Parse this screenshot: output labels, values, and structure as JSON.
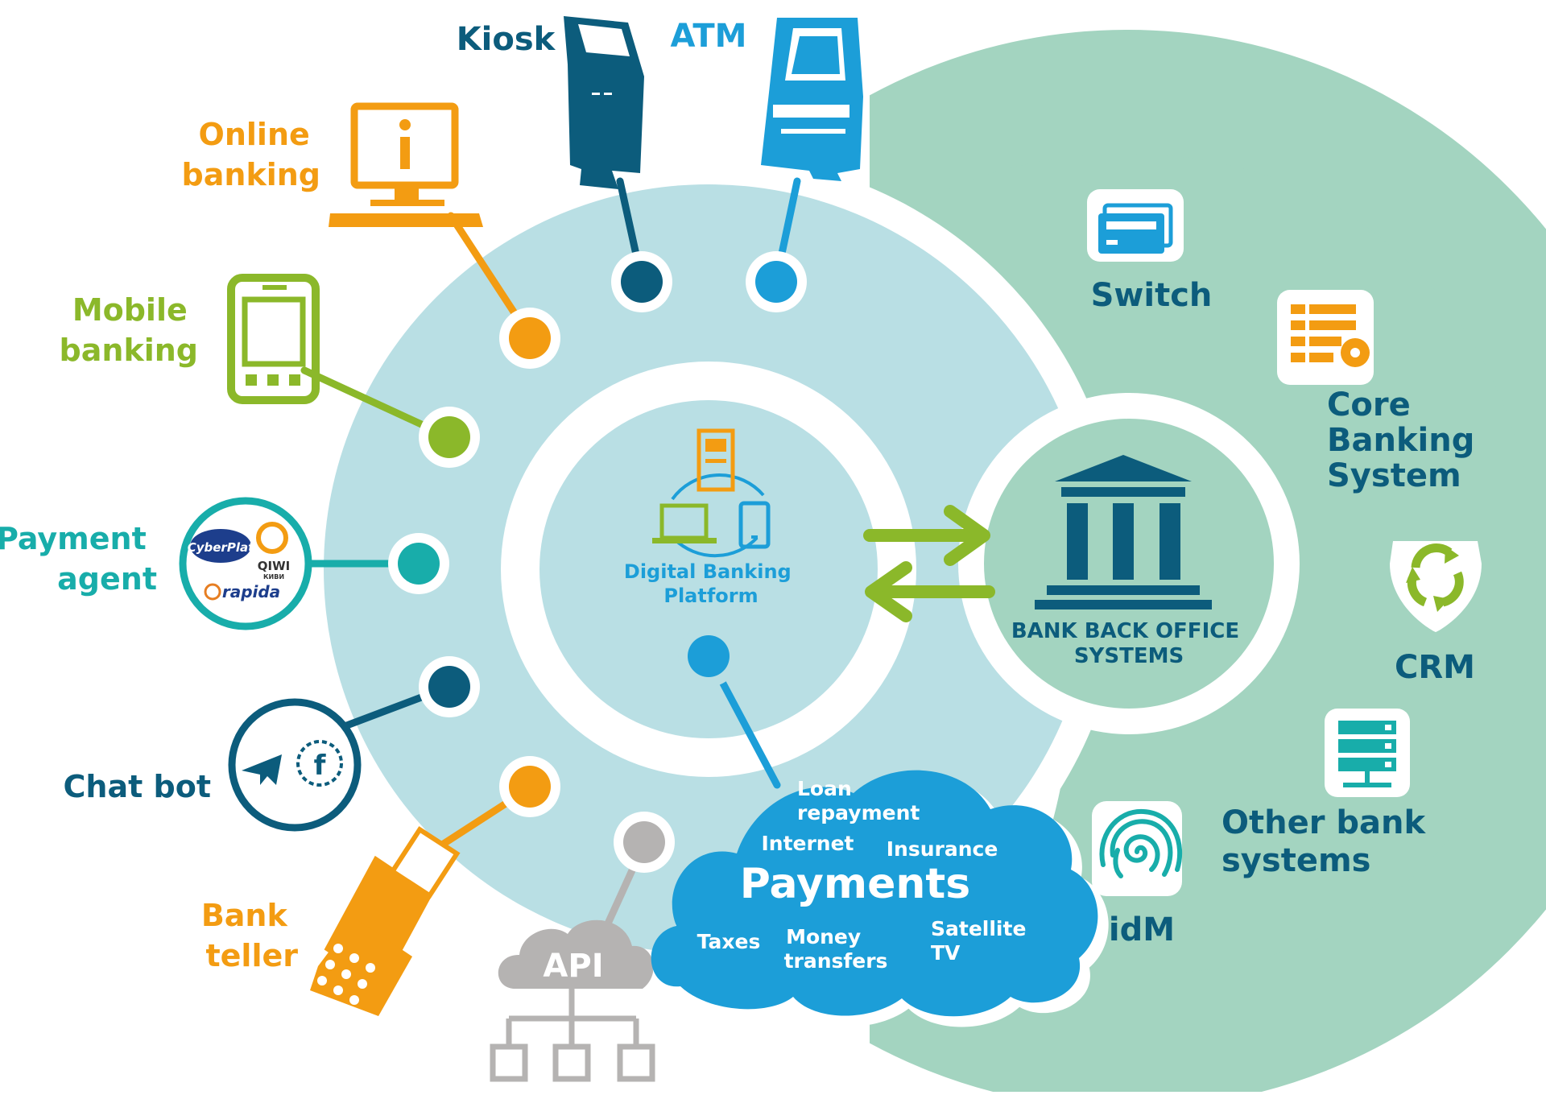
{
  "channels": {
    "kiosk": "Kiosk",
    "atm": "ATM",
    "online_banking": [
      "Online",
      "banking"
    ],
    "mobile_banking": [
      "Mobile",
      "banking"
    ],
    "payment_agent": [
      "Payment",
      "agent"
    ],
    "chat_bot": "Chat bot",
    "bank_teller": [
      "Bank",
      "teller"
    ],
    "api": "API"
  },
  "agent_logos": {
    "cyberplat": "CyberPlat",
    "qiwi": "QIWI",
    "qiwi_sub": "КИВИ",
    "rapida": "rapida"
  },
  "platform": {
    "title": [
      "Digital Banking",
      "Platform"
    ]
  },
  "back_office": {
    "title": [
      "BANK BACK OFFICE",
      "SYSTEMS"
    ]
  },
  "systems": {
    "switch": "Switch",
    "core_banking": [
      "Core",
      "Banking",
      "System"
    ],
    "crm": "CRM",
    "other": [
      "Other bank",
      "systems"
    ],
    "idm": "idM"
  },
  "payments": {
    "title": "Payments",
    "items": {
      "loan": [
        "Loan",
        "repayment"
      ],
      "internet": "Internet",
      "insurance": "Insurance",
      "taxes": "Taxes",
      "money": [
        "Money",
        "transfers"
      ],
      "satellite": [
        "Satellite",
        "TV"
      ]
    }
  },
  "colors": {
    "orange": "#F39C12",
    "green": "#8BB82A",
    "teal": "#18ADAA",
    "navy": "#0C5C7C",
    "blue": "#1C9ED8",
    "gray": "#B5B3B2",
    "ring_light": "#B9DFE4",
    "ring_green": "#A3D4C0"
  }
}
